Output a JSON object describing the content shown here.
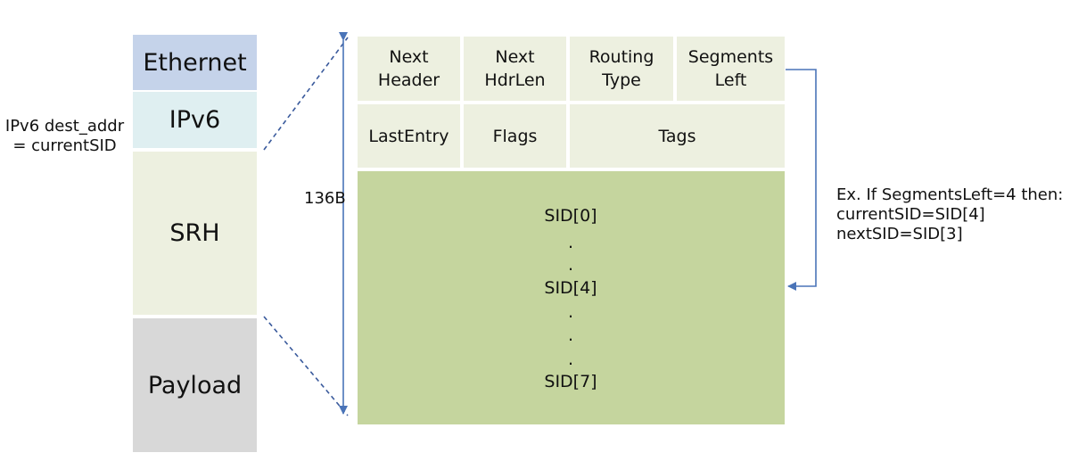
{
  "stack": {
    "ethernet": "Ethernet",
    "ipv6": "IPv6",
    "srh": "SRH",
    "payload": "Payload"
  },
  "dest_note": {
    "line1": "IPv6 dest_addr",
    "line2": "= currentSID"
  },
  "size_label": "136B",
  "srh_header": {
    "row1": [
      {
        "line1": "Next",
        "line2": "Header"
      },
      {
        "line1": "Next",
        "line2": "HdrLen"
      },
      {
        "line1": "Routing",
        "line2": "Type"
      },
      {
        "line1": "Segments",
        "line2": "Left"
      }
    ],
    "row2": {
      "last_entry": "LastEntry",
      "flags": "Flags",
      "tags": "Tags"
    }
  },
  "sid_list": {
    "first": "SID[0]",
    "middle": "SID[4]",
    "last": "SID[7]",
    "dot": "."
  },
  "example_note": {
    "line1": "Ex. If SegmentsLeft=4 then:",
    "line2": "currentSID=SID[4]",
    "line3": "nextSID=SID[3]"
  },
  "colors": {
    "ethernet": "#c5d3ea",
    "ipv6": "#dfeff1",
    "srh": "#edf0e0",
    "payload": "#d8d8d8",
    "header_cell": "#edf0e0",
    "sid_area": "#c5d59e",
    "arrow": "#4a74b8"
  }
}
